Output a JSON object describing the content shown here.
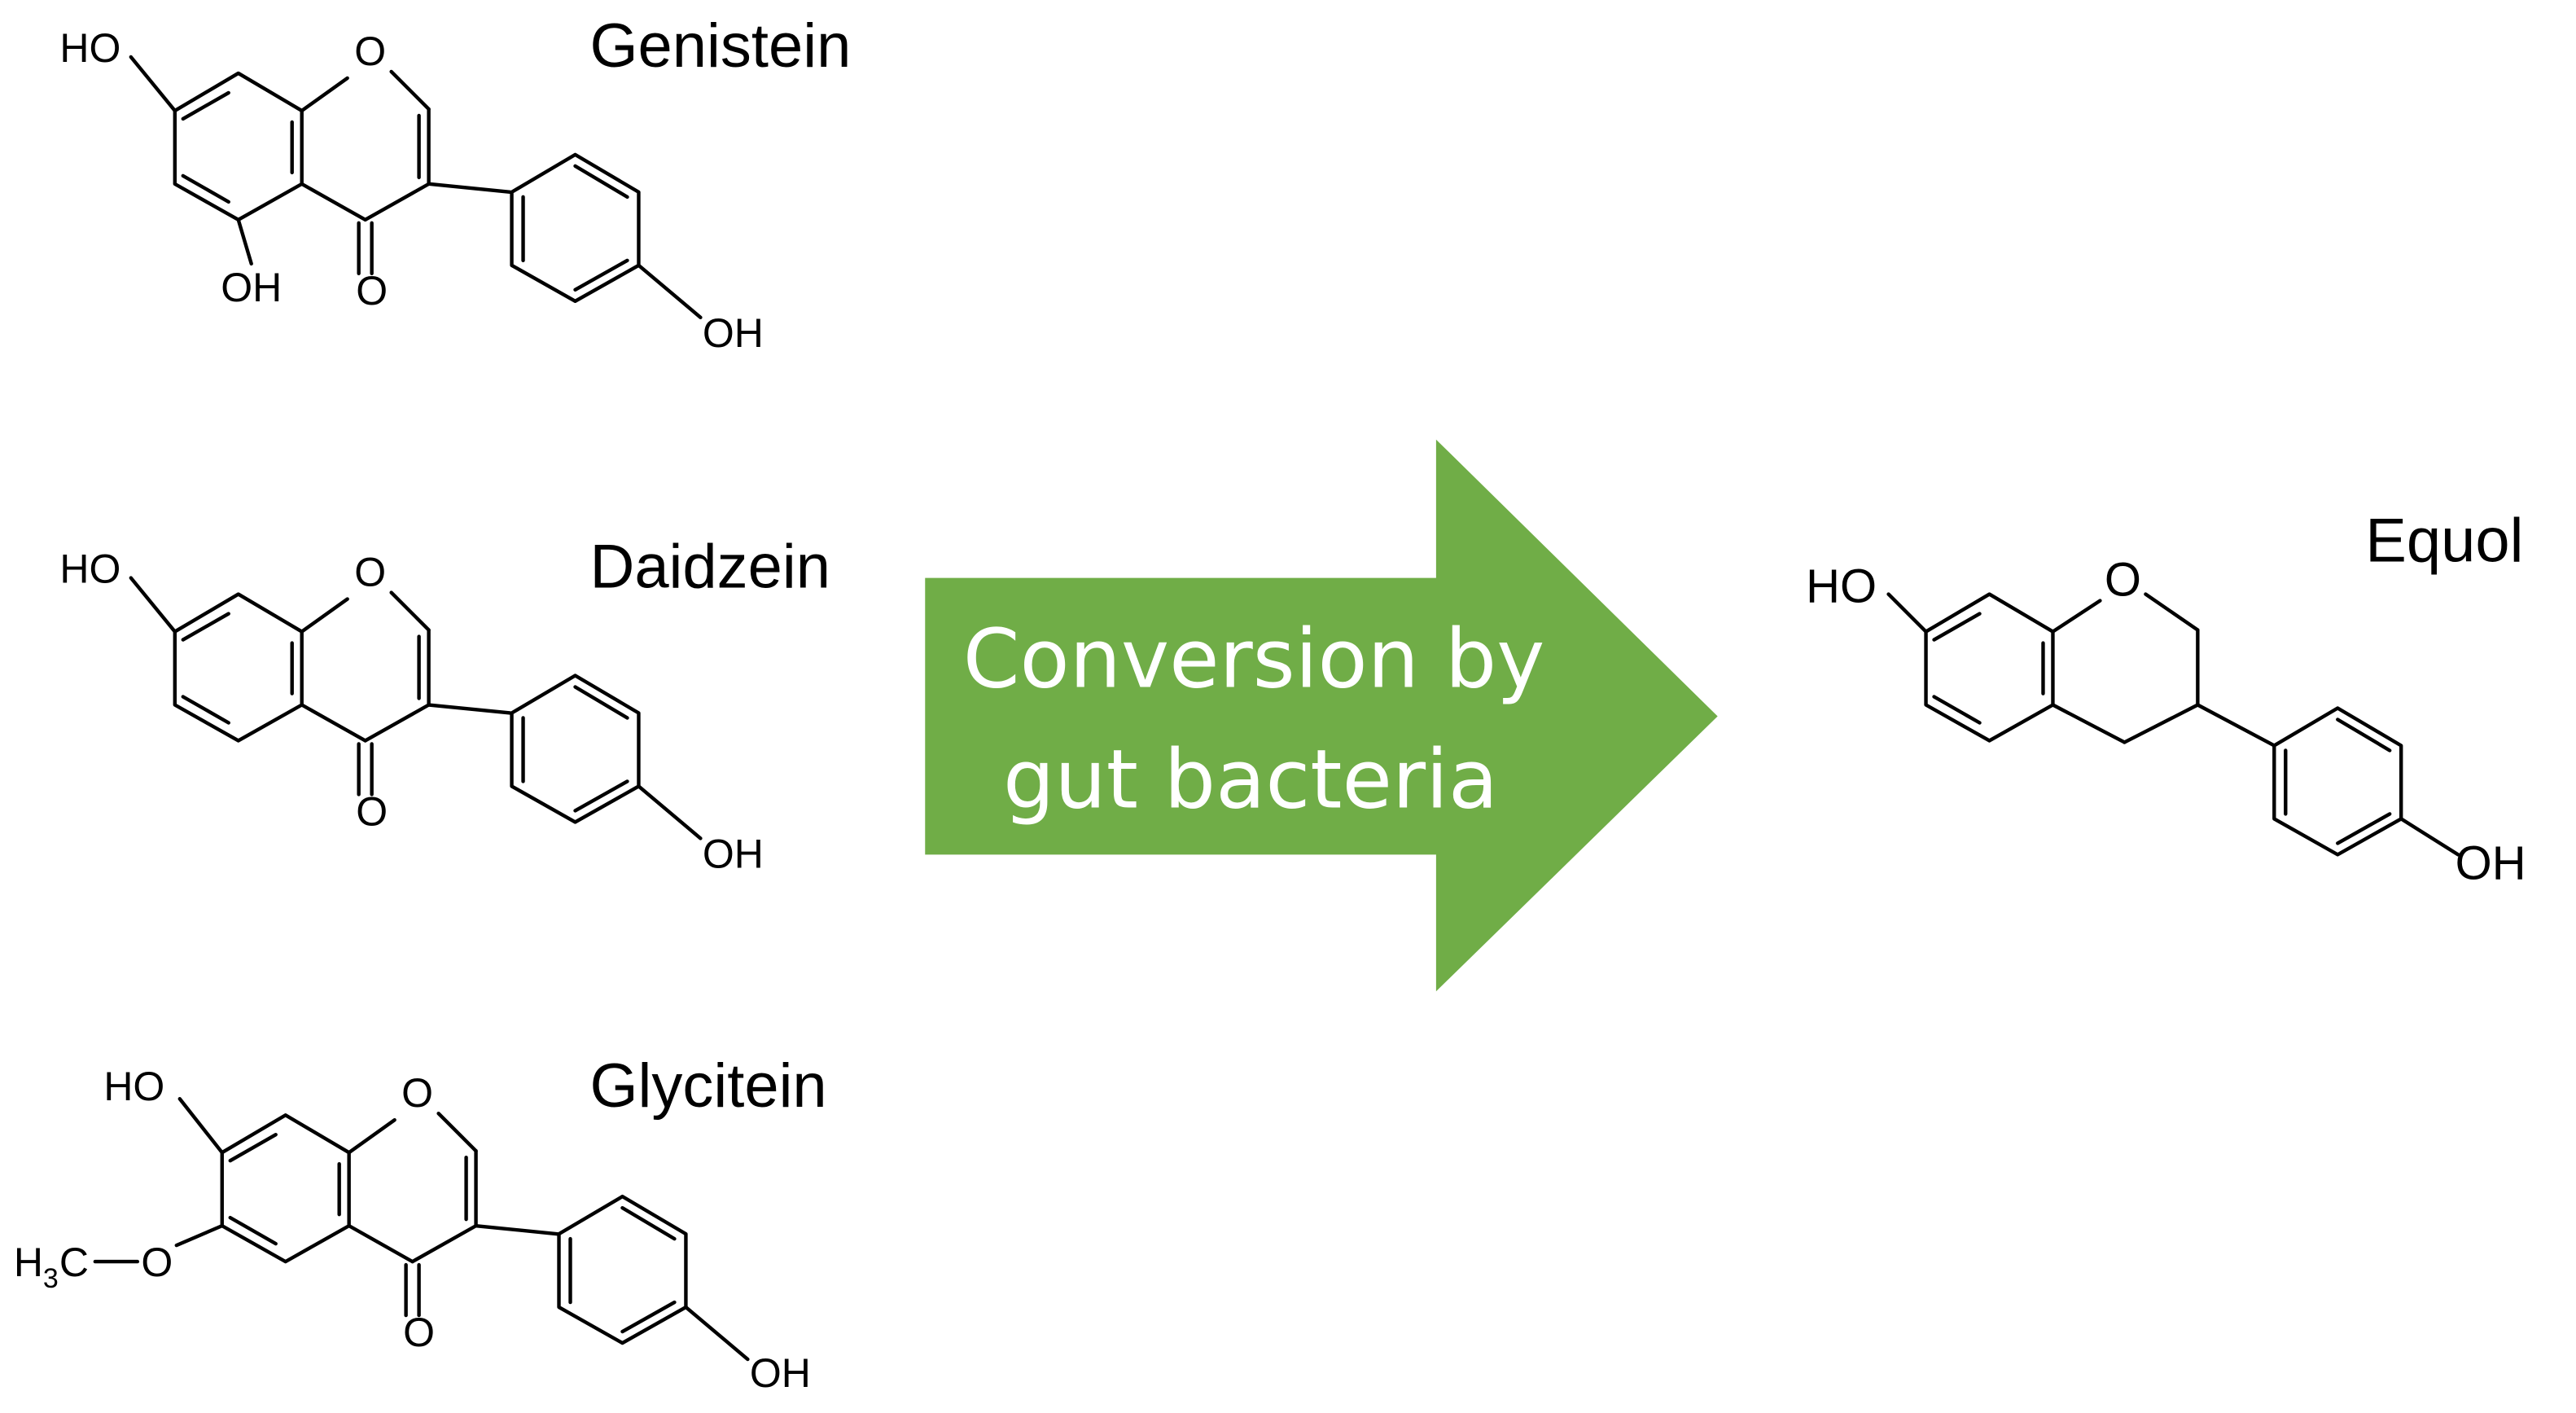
{
  "colors": {
    "arrow": "#70ad47",
    "arrow_text": "#ffffff",
    "bonds": "#000000"
  },
  "molecules": {
    "genistein": {
      "name": "Genistein",
      "labels": {
        "ho": "HO",
        "o_ring": "O",
        "oh_5": "OH",
        "o_keto": "O",
        "oh_4p": "OH"
      }
    },
    "daidzein": {
      "name": "Daidzein",
      "labels": {
        "ho": "HO",
        "o_ring": "O",
        "o_keto": "O",
        "oh_4p": "OH"
      }
    },
    "glycitein": {
      "name": "Glycitein",
      "labels": {
        "ho": "HO",
        "o_ring": "O",
        "o_keto": "O",
        "oh_4p": "OH",
        "methoxy_h": "H",
        "methoxy_sub": "3",
        "methoxy_c": "C",
        "methoxy_o": "O"
      }
    },
    "equol": {
      "name": "Equol",
      "labels": {
        "ho": "HO",
        "o_ring": "O",
        "oh_4p": "OH"
      }
    }
  },
  "arrow": {
    "line1": "Conversion by",
    "line2": "gut bacteria"
  }
}
